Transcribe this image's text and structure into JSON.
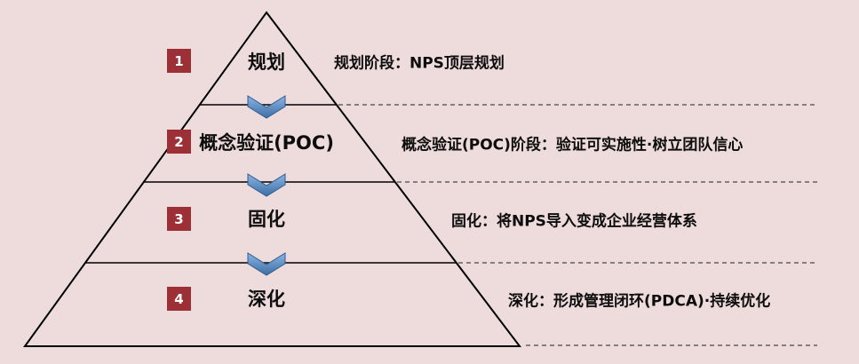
{
  "diagram": {
    "type": "pyramid-stages",
    "levels": [
      {
        "num": "1",
        "label": "规划",
        "desc": "规划阶段：NPS顶层规划"
      },
      {
        "num": "2",
        "label": "概念验证(POC)",
        "desc": "概念验证(POC)阶段：验证可实施性·树立团队信心"
      },
      {
        "num": "3",
        "label": "固化",
        "desc": "固化：将NPS导入变成企业经营体系"
      },
      {
        "num": "4",
        "label": "深化",
        "desc": "深化：形成管理闭环(PDCA)·持续优化"
      }
    ],
    "colors": {
      "background": "#eedbdb",
      "badge": "#9c3036",
      "arrow_top": "#8cb4e2",
      "arrow_bottom": "#3c6ea5",
      "line": "#000000"
    }
  }
}
